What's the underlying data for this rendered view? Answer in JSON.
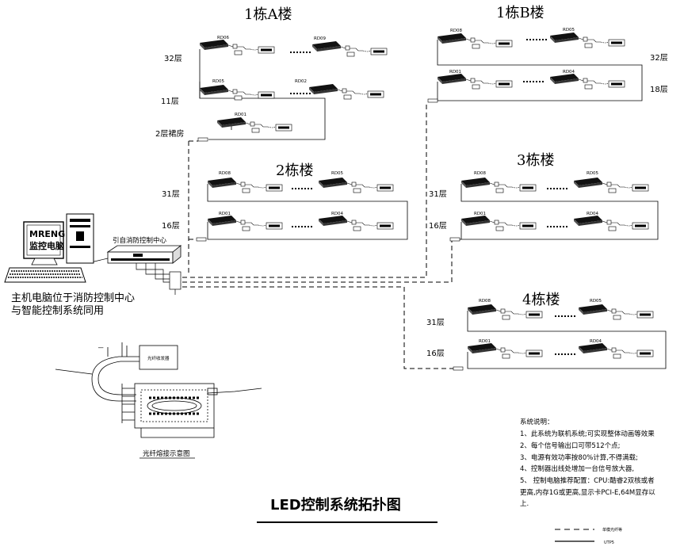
{
  "title": "LED控制系统拓扑图",
  "buildings": {
    "a": {
      "name": "1栋A楼",
      "floors": [
        "32层",
        "11层",
        "2层裙房"
      ],
      "controllers": [
        "RD06",
        "RD09",
        "RD05",
        "RD02",
        "RD01"
      ]
    },
    "b": {
      "name": "1栋B楼",
      "floors": [
        "32层",
        "18层"
      ],
      "controllers": [
        "RD08",
        "RD05",
        "RD01",
        "RD04"
      ]
    },
    "two": {
      "name": "2栋楼",
      "floors": [
        "31层",
        "16层"
      ],
      "controllers": [
        "RD08",
        "RD05",
        "RD01",
        "RD04"
      ]
    },
    "three": {
      "name": "3栋楼",
      "floors": [
        "31层",
        "16层"
      ],
      "controllers": [
        "RD08",
        "RD05",
        "RD01",
        "RD04"
      ]
    },
    "four": {
      "name": "4栋楼",
      "floors": [
        "31层",
        "16层"
      ],
      "controllers": [
        "RD08",
        "RD05",
        "RD01",
        "RD04"
      ]
    }
  },
  "control_center": {
    "label": "引自消防控制中心",
    "monitor_line1": "MRENG",
    "monitor_line2": "监控电脑",
    "caption_line1": "主机电脑位于消防控制中心",
    "caption_line2": "与智能控制系统同用"
  },
  "fiber_diagram": {
    "caption": "光纤熔接示意图",
    "transceiver": "光纤收发器"
  },
  "notes": {
    "heading": "系统说明：",
    "items": [
      "1、此系统为联机系统;可实现整体动画等效果",
      "2、每个信号输出口可带512个点;",
      "3、电源有效功率按80%计算,不得满载;",
      "4、控制器出线处增加一台信号放大器,",
      "5、 控制电脑推荐配置：CPU:酷睿2双核或者",
      "更高,内存1G或更高,显示卡PCI-E,64M显存以",
      "上."
    ]
  },
  "legend": {
    "fiber": "单模光纤等",
    "utp": "UTP5"
  }
}
